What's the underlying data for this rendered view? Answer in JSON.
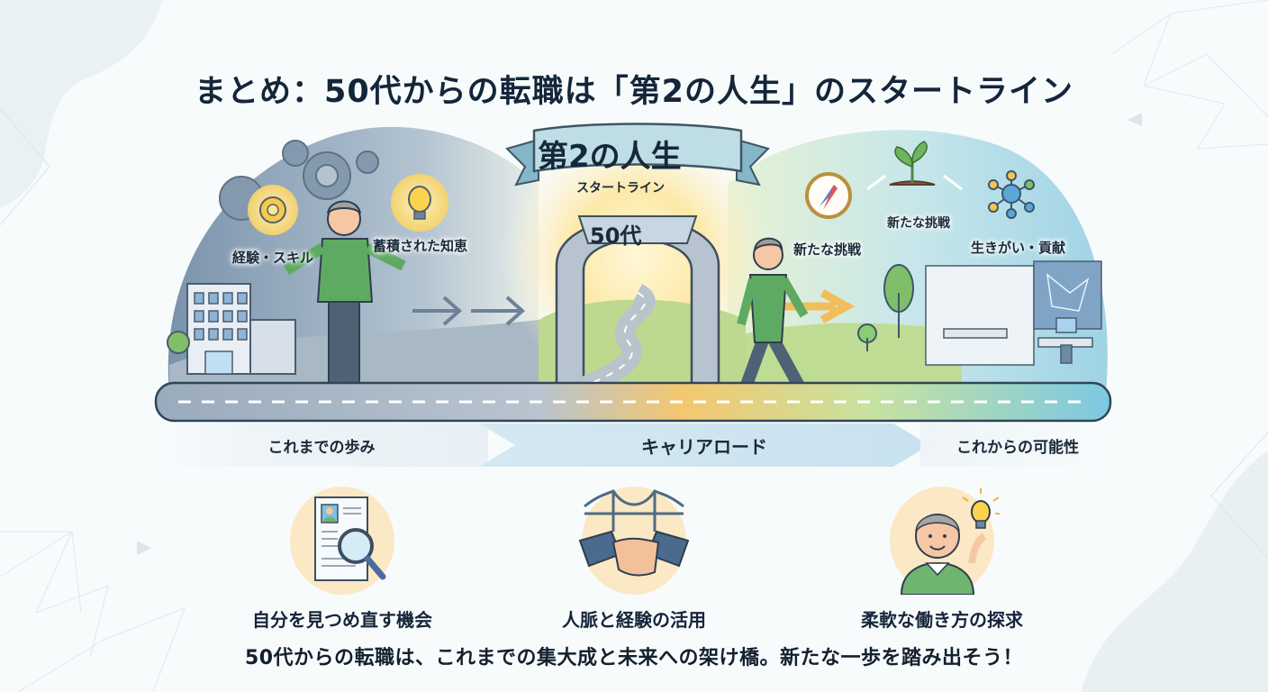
{
  "title": "まとめ：50代からの転職は「第2の人生」のスタートライン",
  "scene": {
    "banner": {
      "title": "第2の人生",
      "subtitle": "スタートライン"
    },
    "arch_label": "50代",
    "left": {
      "labels": {
        "skills": "経験・スキル",
        "wisdom": "蓄積された知恵"
      },
      "icons": [
        "gear-icon",
        "lightbulb-icon",
        "building-icon",
        "person-icon"
      ]
    },
    "right": {
      "labels": {
        "compass": "新たな挑戦",
        "sprout": "新たな挑戦",
        "network": "生きがい・貢献"
      },
      "icons": [
        "compass-icon",
        "sprout-icon",
        "network-icon",
        "office-icon",
        "walking-person-icon"
      ]
    }
  },
  "band": {
    "left": "これまでの歩み",
    "middle": "キャリアロード",
    "right": "これからの可能性"
  },
  "features": [
    {
      "icon": "resume-magnifier-icon",
      "label": "自分を見つめ直す機会"
    },
    {
      "icon": "handshake-bridge-icon",
      "label": "人脈と経験の活用"
    },
    {
      "icon": "person-idea-icon",
      "label": "柔軟な働き方の探求"
    }
  ],
  "footer": "50代からの転職は、これまでの集大成と未来への架け橋。新たな一歩を踏み出そう！",
  "colors": {
    "title": "#13263a",
    "accent_green": "#5aa35f",
    "accent_yellow": "#f5c452",
    "road": "#8fa3b7",
    "sky_left": "#7e96ad",
    "sky_right": "#a9dbe8",
    "circle_bg": "#fbe8c4"
  }
}
